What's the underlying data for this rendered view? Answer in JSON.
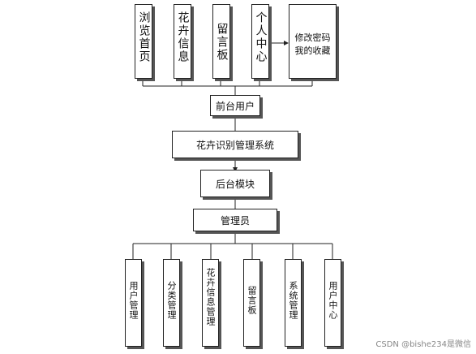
{
  "frontend": {
    "modules": [
      {
        "label": "浏览首页"
      },
      {
        "label": "花卉信息"
      },
      {
        "label": "留言板"
      },
      {
        "label": "个人中心"
      }
    ],
    "extra_module_lines": [
      "修改密码",
      "我的收藏"
    ],
    "user_label": "前台用户"
  },
  "system_label": "花卉识别管理系统",
  "backend": {
    "module_label": "后台模块",
    "admin_label": "管理员",
    "modules": [
      {
        "label": "用户管理"
      },
      {
        "label": "分类管理"
      },
      {
        "label": "花卉信息管理"
      },
      {
        "label": "留言板"
      },
      {
        "label": "系统管理"
      },
      {
        "label": "用户中心"
      }
    ]
  },
  "watermark": "CSDN @bishe234是微信",
  "colors": {
    "line": "#222222",
    "shadow": "#555555"
  }
}
